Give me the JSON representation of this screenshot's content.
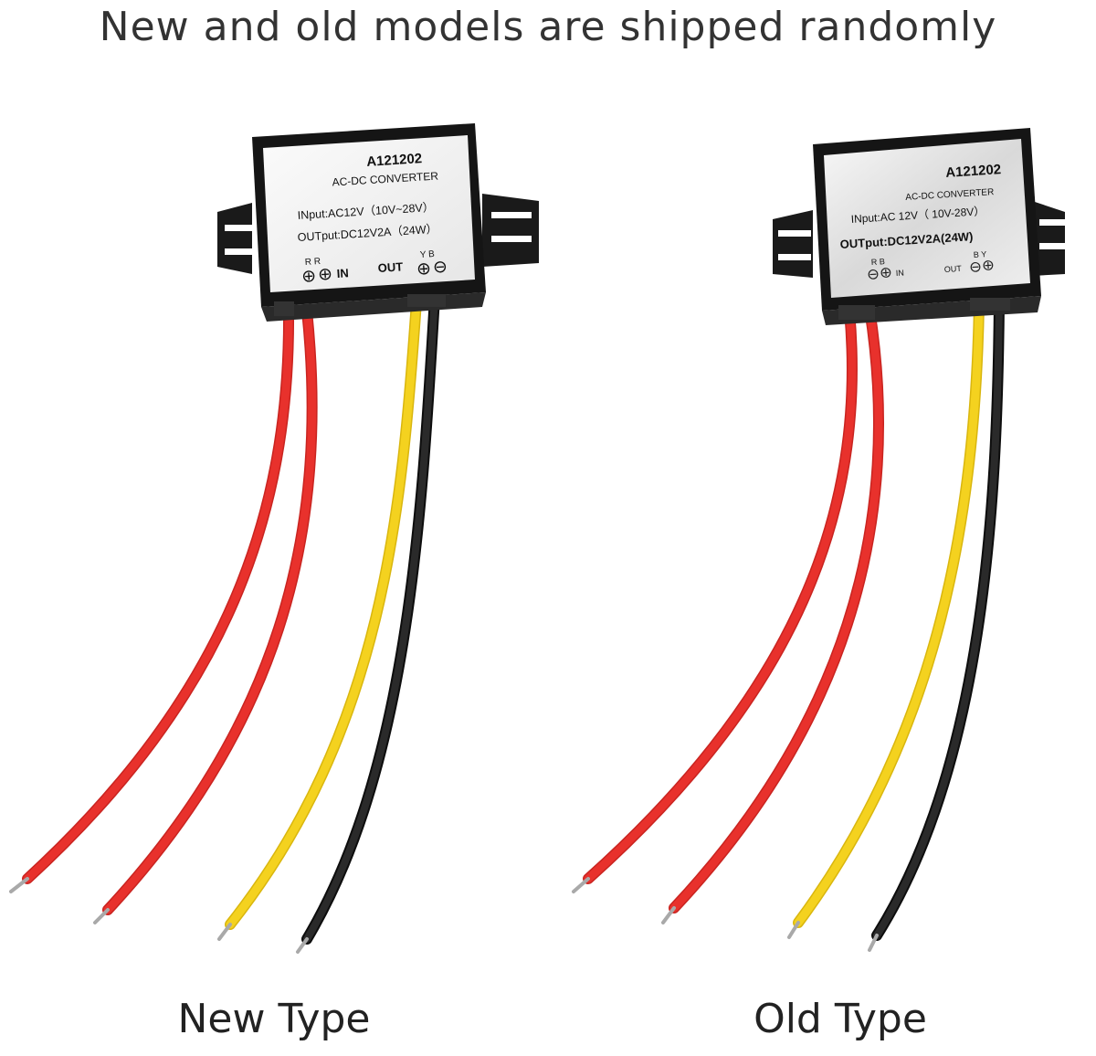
{
  "headline": "New and old models are shipped randomly",
  "new_type": {
    "caption": "New Type",
    "model": "A121202",
    "device": "AC-DC  CONVERTER",
    "input": "INput:AC12V（10V~28V）",
    "output": "OUTput:DC12V2A（24W）",
    "in_letters": "R  R",
    "in_label": "IN",
    "out_label": "OUT",
    "out_letters": "Y  B"
  },
  "old_type": {
    "caption": "Old Type",
    "model": "A121202",
    "device": "AC-DC    CONVERTER",
    "input": "INput:AC 12V（ 10V-28V）",
    "output": "OUTput:DC12V2A(24W)",
    "in_letters": "R B",
    "in_label": "IN",
    "out_label": "OUT",
    "out_letters": "B Y"
  },
  "colors": {
    "red_wire": "#e8312c",
    "yellow_wire": "#f4d21f",
    "black_wire": "#1b1b1b",
    "housing": "#151515",
    "label": "#f4f4f4"
  }
}
